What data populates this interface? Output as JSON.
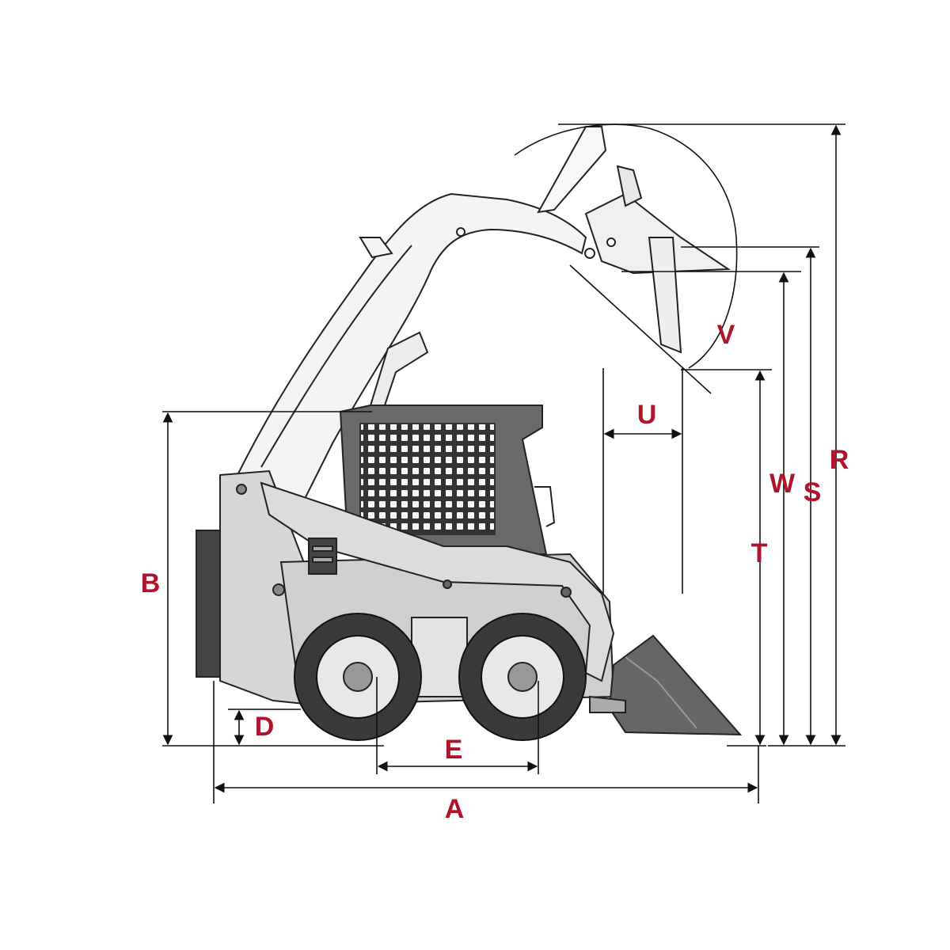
{
  "colors": {
    "label": "#b0142a",
    "line": "#111111",
    "machine_body": "#d6d6d6",
    "machine_dark": "#555555",
    "tire": "#3a3a3a",
    "boom": "#f2f2f2"
  },
  "dimension_labels": {
    "a": "A",
    "b": "B",
    "d": "D",
    "e": "E",
    "r": "R",
    "s": "S",
    "t": "T",
    "u": "U",
    "v": "V",
    "w": "W"
  }
}
